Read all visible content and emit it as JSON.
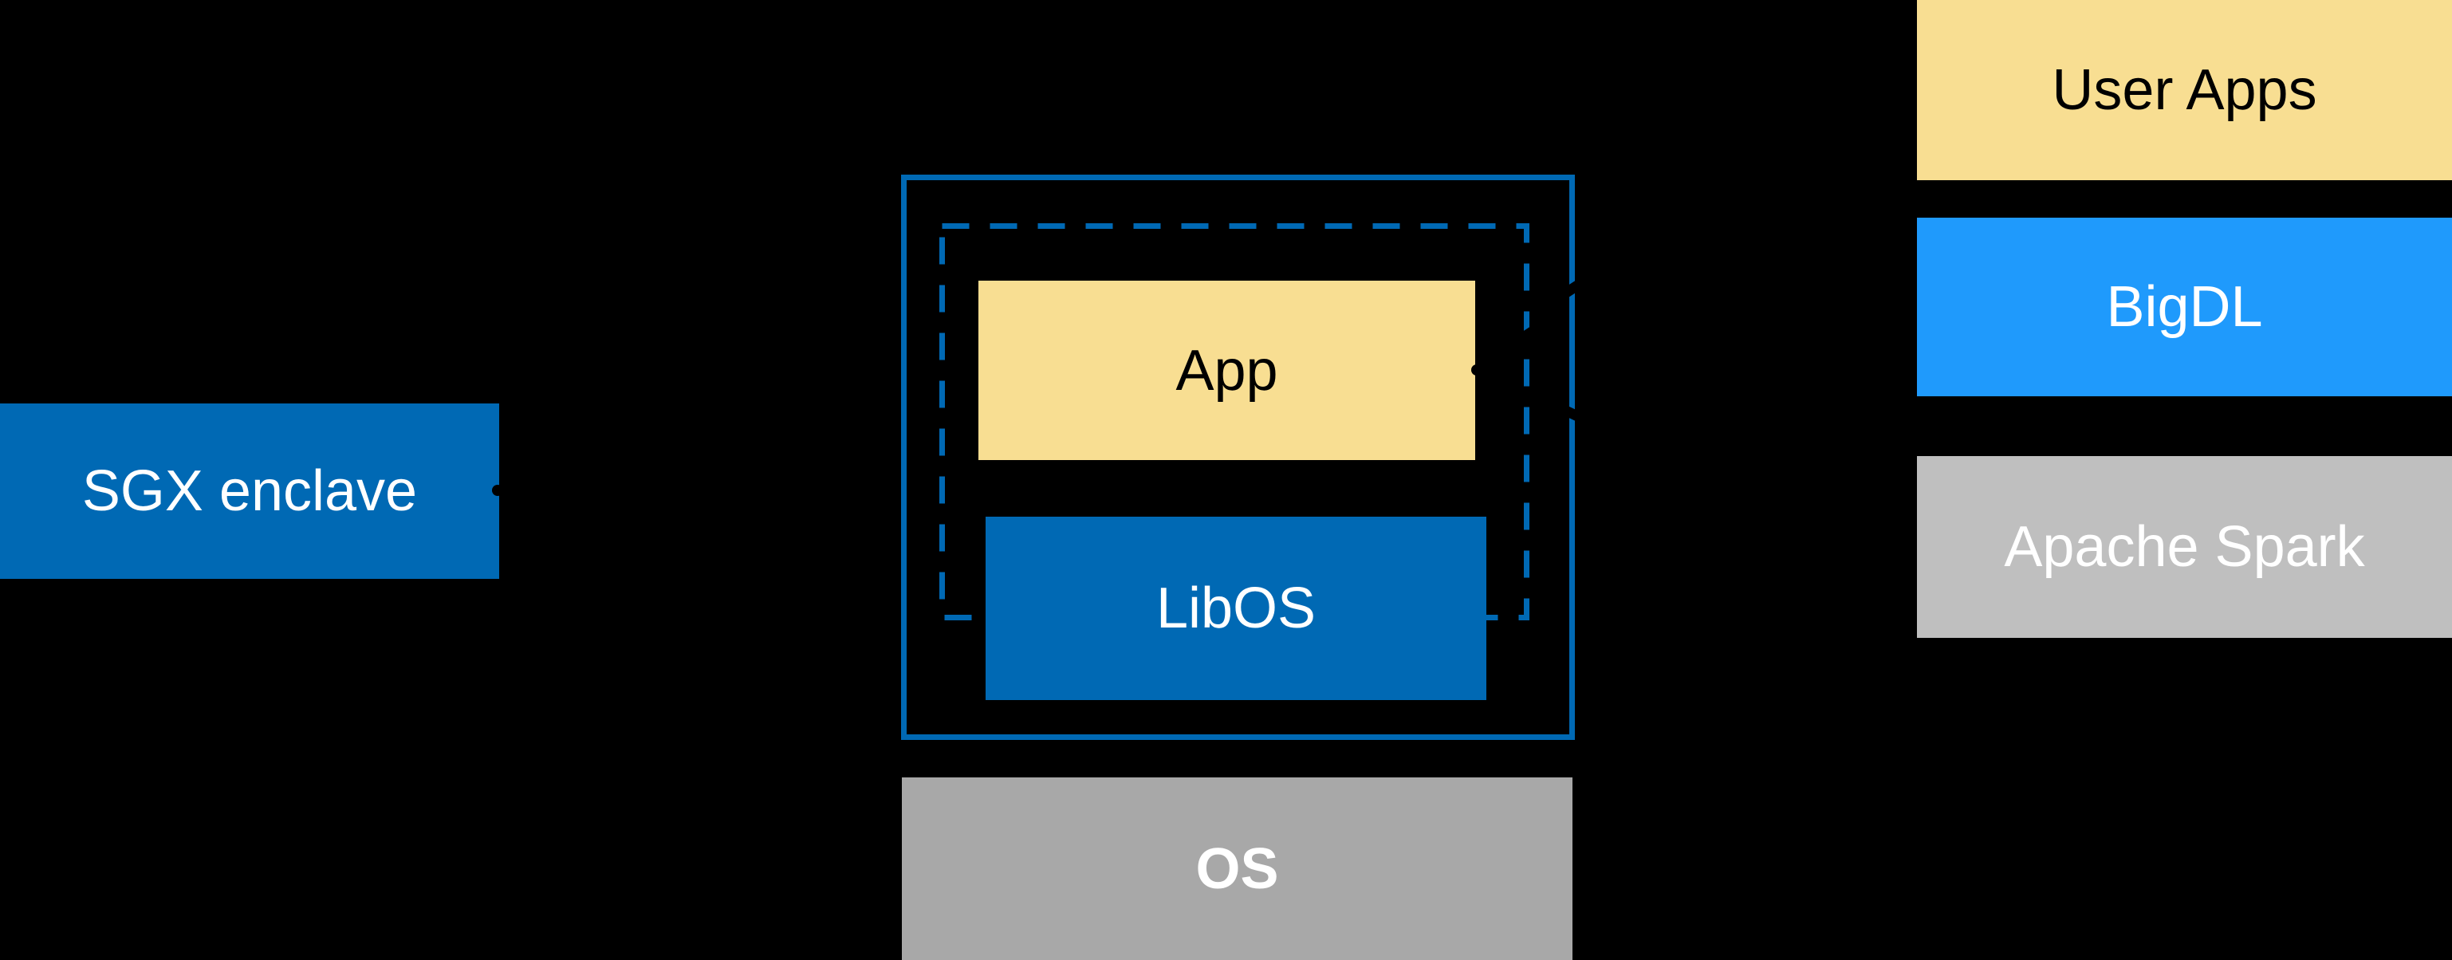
{
  "diagram": {
    "left": {
      "sgx_label": "SGX enclave"
    },
    "enclave": {
      "app_label": "App",
      "libos_label": "LibOS"
    },
    "platform": {
      "os_label": "OS"
    },
    "right_stack": {
      "user_apps_label": "User Apps",
      "bigdl_label": "BigDL",
      "spark_label": "Apache Spark"
    },
    "palette": {
      "background": "#000000",
      "intel_blue": "#0069B4",
      "bigdl_blue": "#1F9AFC",
      "light_yellow": "#F8DE92",
      "os_gray": "#A8A8A8",
      "spark_gray": "#BFBFBF",
      "text_on_dark": "#FFFFFF",
      "text_on_light": "#000000",
      "connector_black": "#000000"
    }
  }
}
